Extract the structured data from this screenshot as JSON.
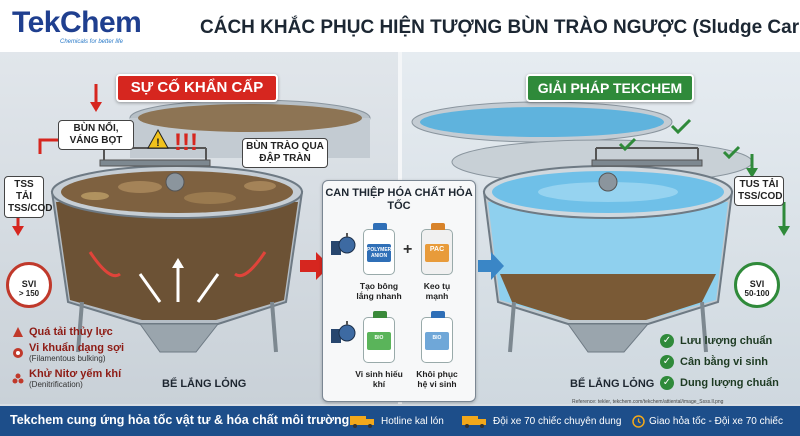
{
  "header": {
    "logo": "TekChem",
    "logo_tagline": "Chemicals for better life",
    "title": "CÁCH KHẮC PHỤC HIỆN TƯỢNG BÙN TRÀO NGƯỢC (Sludge Carryover)"
  },
  "problem": {
    "badge": "SỰ CỐ KHẨN CẤP",
    "callouts": {
      "floating_sludge": "BÙN NỔI, VÁNG BỌT",
      "overflow": "BÙN TRÀO QUA ĐẬP TRÀN",
      "tss": "TSS TẢI TSS/COD"
    },
    "svi": {
      "label": "SVI",
      "value": "> 150"
    },
    "tank_label": "BỂ LẮNG LỎNG",
    "causes": [
      {
        "text": "Quá tải thủy lực",
        "sub": ""
      },
      {
        "text": "Vi khuẩn dạng sợi",
        "sub": "(Filamentous bulking)"
      },
      {
        "text": "Khử Nitơ yếm khí",
        "sub": "(Denitrification)"
      }
    ]
  },
  "intervention": {
    "title": "CAN THIỆP HÓA CHẤT HỎA TỐC",
    "products": [
      {
        "bottle_label": "POLYMER ANION",
        "caption": "Tạo bông lắng nhanh"
      },
      {
        "bottle_label": "PAC",
        "caption": "Keo tụ mạnh"
      },
      {
        "bottle_label": "BIO",
        "caption": "Vi sinh hiếu khí"
      },
      {
        "bottle_label": "BIO",
        "caption": "Khôi phục hệ vi sinh"
      }
    ],
    "plus": "+"
  },
  "solution": {
    "badge": "GIẢI PHÁP TEKCHEM",
    "tss": "TUS TẢI TSS/COD",
    "svi": {
      "label": "SVI",
      "value": "50-100"
    },
    "tank_label": "BỂ LẮNG LỎNG",
    "results": [
      "Lưu lượng chuẩn",
      "Cân bằng vi sinh",
      "Dung lượng chuẩn"
    ]
  },
  "reference": "Reference: tekler, tekchem.com/tekchem/attiental/image_Ssss.ll.png",
  "footer": {
    "main": "Tekchem cung ứng hỏa tốc vật tư & hóa chất môi trường",
    "items": [
      "Hotline kal lón",
      "Đội xe 70 chiếc chuyên dung",
      "Giao hỏa tốc - Đội xe 70 chiếc"
    ]
  },
  "colors": {
    "alert_red": "#d6261f",
    "ok_green": "#2f8a3a",
    "brand_blue": "#1f3f8f",
    "footer_blue": "#1d4e8a",
    "sludge_brown": "#7a5a36",
    "clean_water": "#7fc4e6"
  }
}
